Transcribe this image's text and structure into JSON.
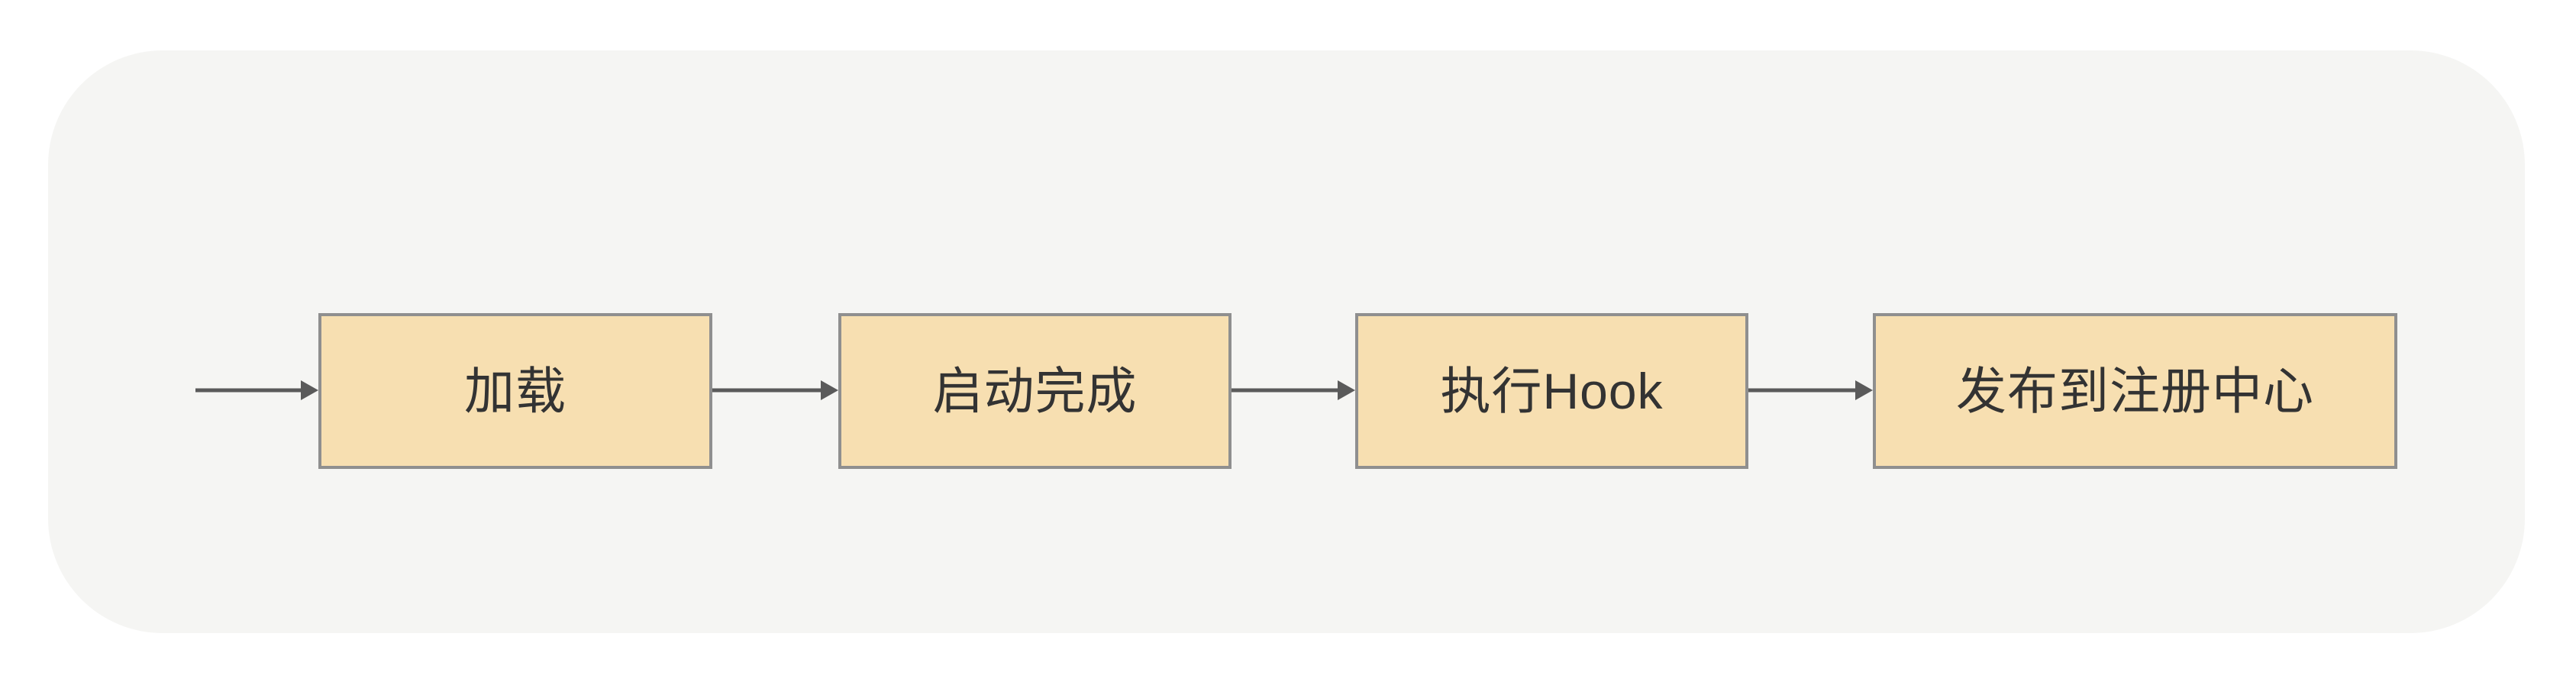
{
  "diagram": {
    "type": "flowchart",
    "direction": "left-to-right",
    "nodes": [
      {
        "id": "load",
        "label": "加载"
      },
      {
        "id": "startup-complete",
        "label": "启动完成"
      },
      {
        "id": "execute-hook",
        "label": "执行Hook"
      },
      {
        "id": "publish-registry",
        "label": "发布到注册中心"
      }
    ],
    "edges": [
      {
        "from": "start",
        "to": "load"
      },
      {
        "from": "load",
        "to": "startup-complete"
      },
      {
        "from": "startup-complete",
        "to": "execute-hook"
      },
      {
        "from": "execute-hook",
        "to": "publish-registry"
      }
    ],
    "colors": {
      "page_background": "#ffffff",
      "card_background": "#f5f5f3",
      "node_fill": "#f7dfb1",
      "node_border": "#8f8f8f",
      "arrow": "#5a5a5a",
      "text": "#333333"
    }
  }
}
